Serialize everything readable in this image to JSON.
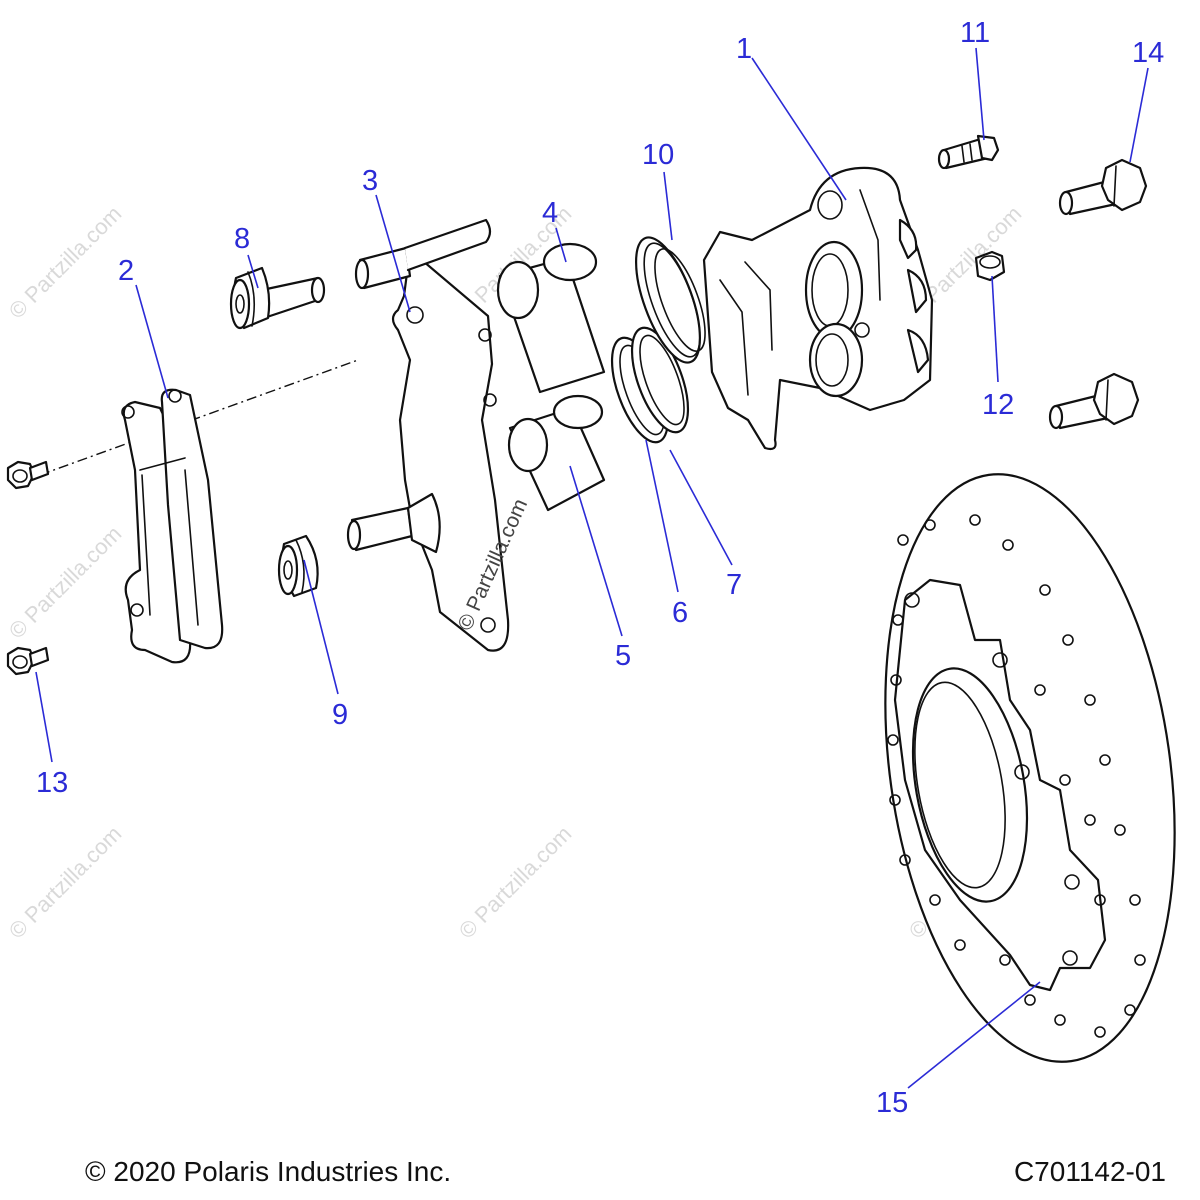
{
  "watermark": "© Partzilla.com",
  "callouts": [
    {
      "id": "1",
      "label": "1"
    },
    {
      "id": "2",
      "label": "2"
    },
    {
      "id": "3",
      "label": "3"
    },
    {
      "id": "4",
      "label": "4"
    },
    {
      "id": "5",
      "label": "5"
    },
    {
      "id": "6",
      "label": "6"
    },
    {
      "id": "7",
      "label": "7"
    },
    {
      "id": "8",
      "label": "8"
    },
    {
      "id": "9",
      "label": "9"
    },
    {
      "id": "10",
      "label": "10"
    },
    {
      "id": "11",
      "label": "11"
    },
    {
      "id": "12",
      "label": "12"
    },
    {
      "id": "13",
      "label": "13"
    },
    {
      "id": "14",
      "label": "14"
    },
    {
      "id": "15",
      "label": "15"
    }
  ],
  "footer": {
    "copyright": "© 2020 Polaris Industries Inc.",
    "diagram_code": "C701142-01"
  },
  "colors": {
    "callout": "#2b2bd6",
    "line": "#111111",
    "watermark": "#d9d9d9"
  }
}
